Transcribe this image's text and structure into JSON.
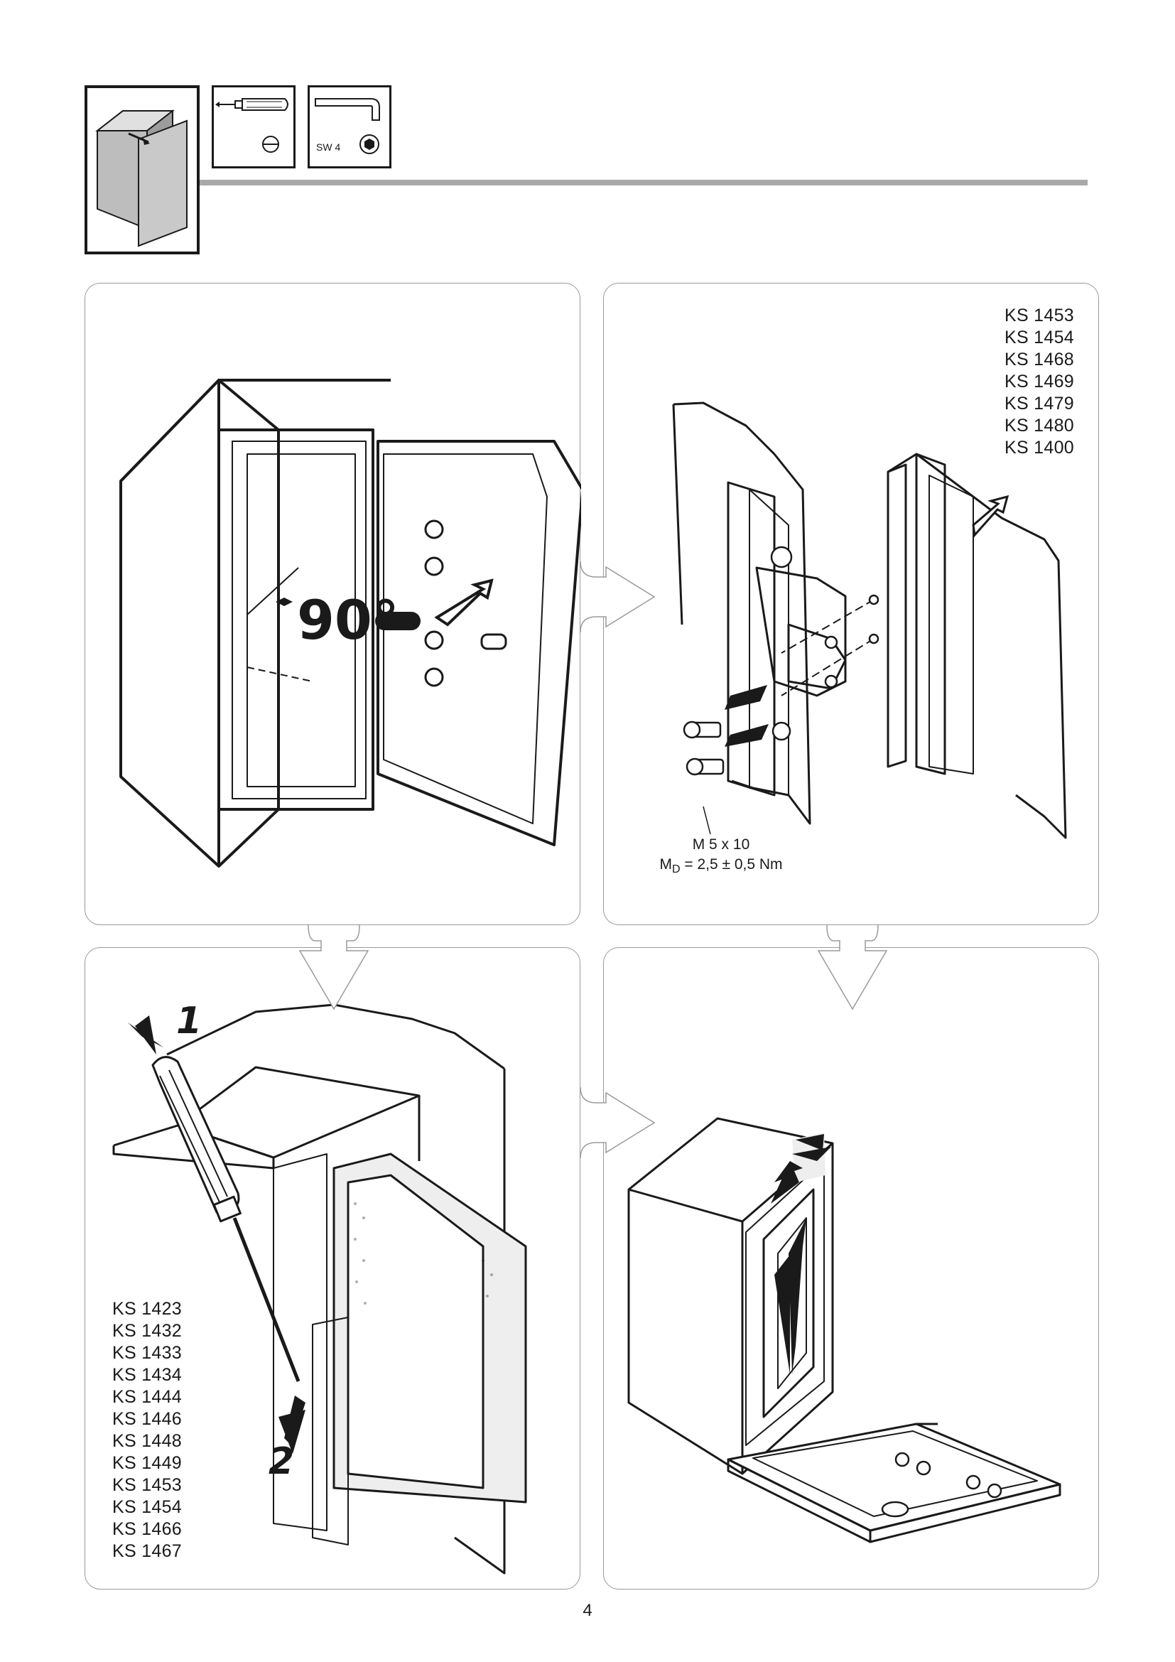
{
  "tools": {
    "hex_key_size": "SW 4"
  },
  "panel_2": {
    "models": [
      "KS 1453",
      "KS 1454",
      "KS 1468",
      "KS 1469",
      "KS 1479",
      "KS 1480",
      "KS 1400"
    ],
    "screw_size": "M 5 x 10",
    "torque_symbol": "M",
    "torque_subscript": "D",
    "torque_value": " = 2,5 ± 0,5 Nm"
  },
  "panel_1": {
    "angle": "90°"
  },
  "panel_3": {
    "step_1": "1",
    "step_2": "2",
    "models": [
      "KS 1423",
      "KS 1432",
      "KS 1433",
      "KS 1434",
      "KS 1444",
      "KS 1446",
      "KS 1448",
      "KS 1449",
      "KS 1453",
      "KS 1454",
      "KS 1466",
      "KS 1467"
    ]
  },
  "page_number": "4"
}
